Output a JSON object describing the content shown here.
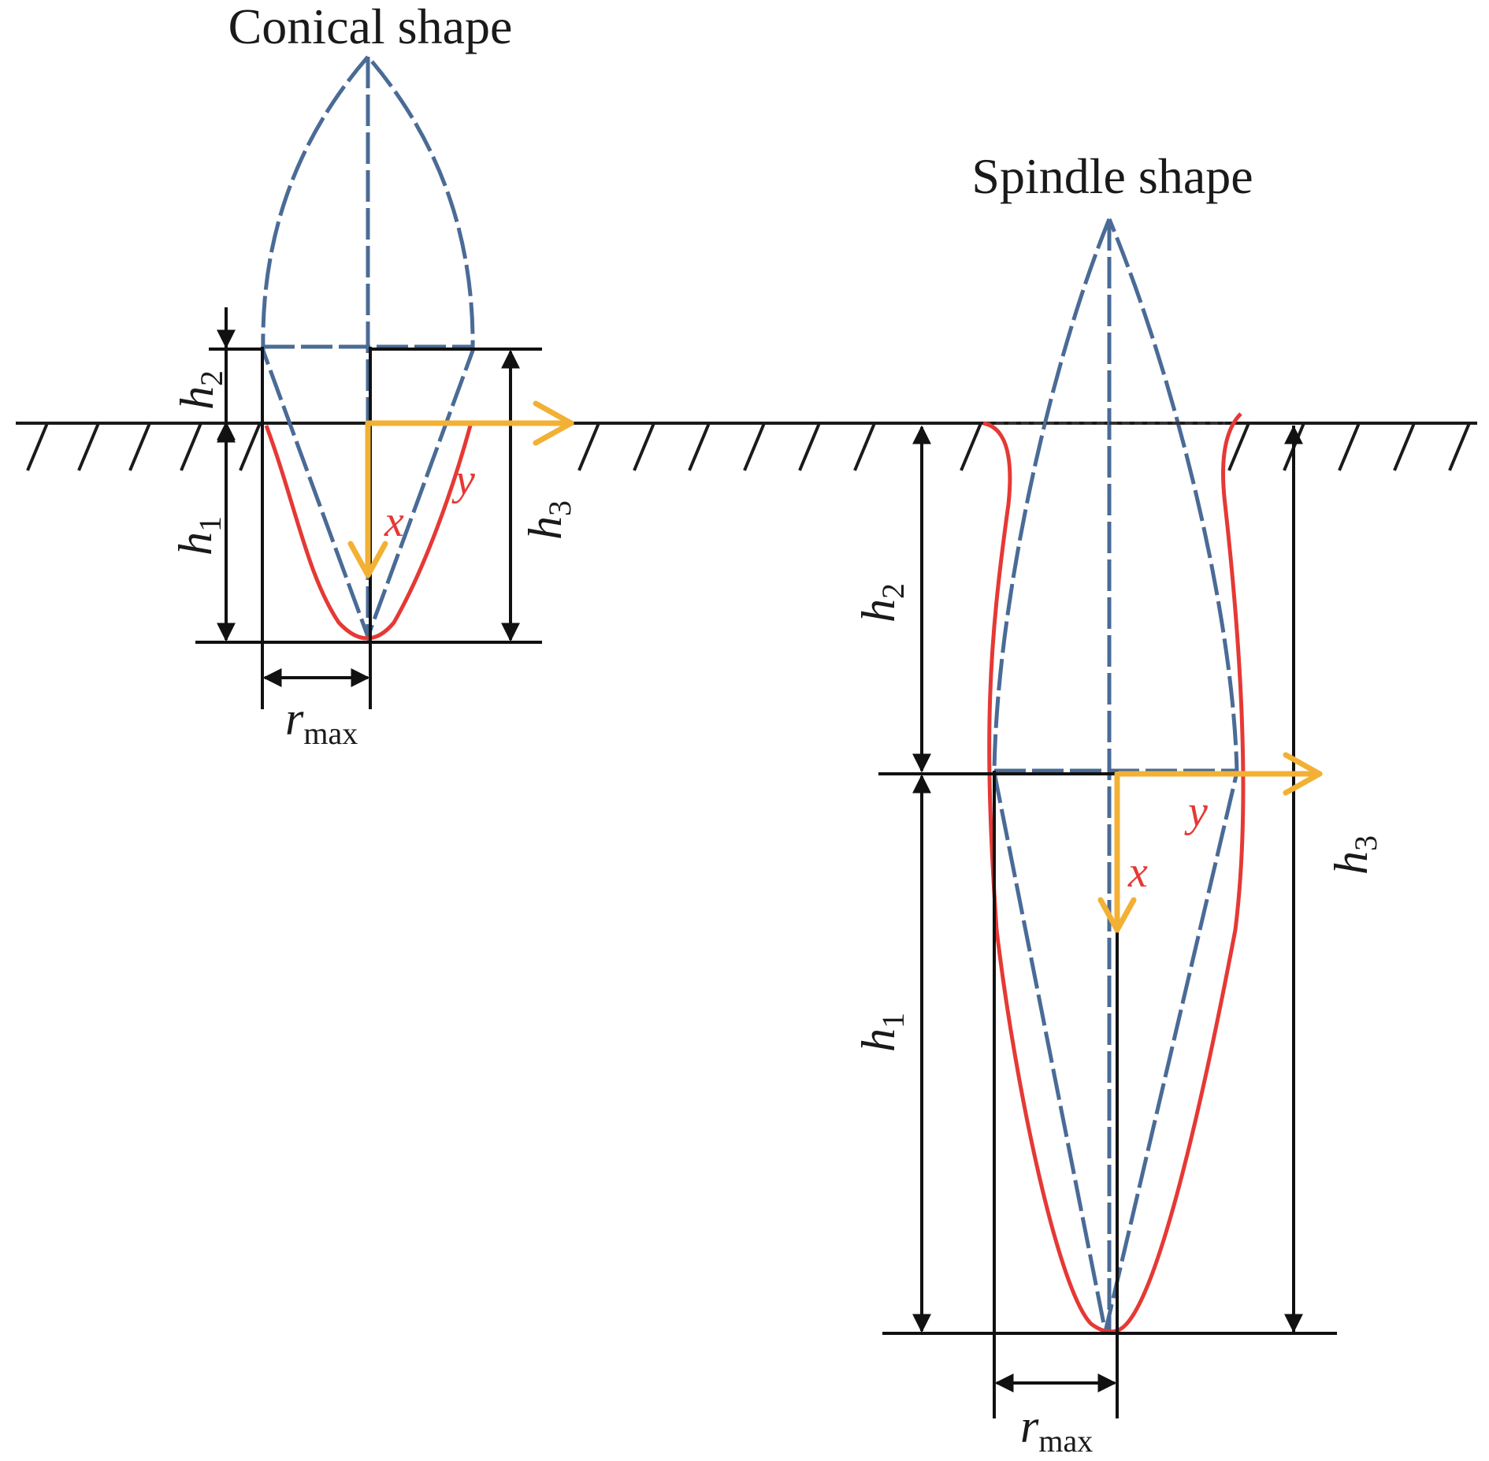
{
  "colors": {
    "ground": "#1a1a1a",
    "dashed_profile": "#4a6b96",
    "fitted_curve": "#e53935",
    "coordinate_axes": "#f2b134",
    "dimension": "#111111"
  },
  "conical": {
    "title": "Conical shape",
    "h1": "h",
    "h1_sub": "1",
    "h2": "h",
    "h2_sub": "2",
    "h3": "h",
    "h3_sub": "3",
    "rmax": "r",
    "rmax_sub": "max",
    "x_axis": "x",
    "y_axis": "y"
  },
  "spindle": {
    "title": "Spindle shape",
    "h1": "h",
    "h1_sub": "1",
    "h2": "h",
    "h2_sub": "2",
    "h3": "h",
    "h3_sub": "3",
    "rmax": "r",
    "rmax_sub": "max",
    "x_axis": "x",
    "y_axis": "y"
  }
}
